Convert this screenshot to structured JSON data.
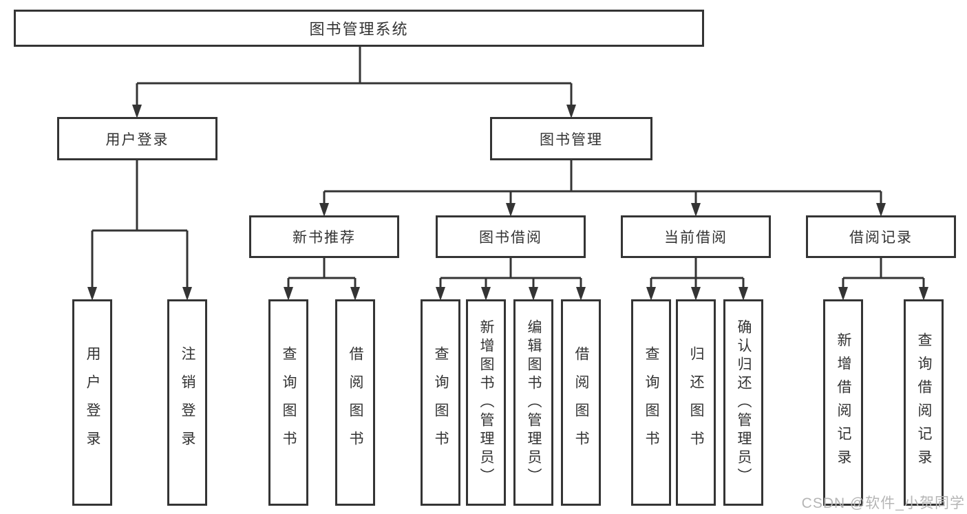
{
  "diagram": {
    "root": "图书管理系统",
    "branches": [
      {
        "label": "用户登录",
        "children": [
          "用户登录",
          "注销登录"
        ]
      },
      {
        "label": "图书管理",
        "sections": [
          {
            "label": "新书推荐",
            "children": [
              "查询图书",
              "借阅图书"
            ]
          },
          {
            "label": "图书借阅",
            "children": [
              "查询图书",
              "新增图书（管理员）",
              "编辑图书（管理员）",
              "借阅图书"
            ]
          },
          {
            "label": "当前借阅",
            "children": [
              "查询图书",
              "归还图书",
              "确认归还（管理员）"
            ]
          },
          {
            "label": "借阅记录",
            "children": [
              "新增借阅记录",
              "查询借阅记录"
            ]
          }
        ]
      }
    ]
  },
  "watermark": "CSDN @软件_小贺同学",
  "colors": {
    "line": "#343434",
    "text": "#333333",
    "background": "#ffffff",
    "watermark": "#b5b5b5"
  }
}
